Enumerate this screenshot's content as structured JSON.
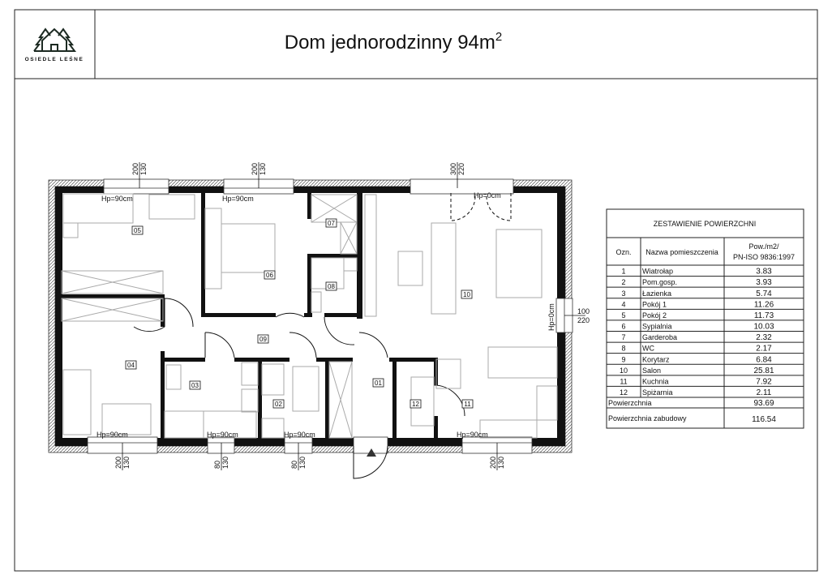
{
  "header": {
    "logo_text": "OSIEDLE LEŚNE",
    "title": "Dom jednorodzinny 94m",
    "title_sup": "2"
  },
  "plan": {
    "rooms": [
      "05",
      "06",
      "07",
      "08",
      "09",
      "10",
      "04",
      "03",
      "02",
      "01",
      "12",
      "11"
    ],
    "windows": {
      "top_1": [
        "200",
        "130"
      ],
      "top_2": [
        "200",
        "130"
      ],
      "top_3": [
        "300",
        "220"
      ],
      "bottom_1": [
        "200",
        "130"
      ],
      "bottom_2": [
        "80",
        "130"
      ],
      "bottom_3": [
        "80",
        "130"
      ],
      "bottom_4": [
        "200",
        "130"
      ],
      "right_1": [
        "100",
        "220"
      ]
    },
    "sill_labels": {
      "r05": "Hp=90cm",
      "r06": "Hp=90cm",
      "r10_top": "Hp=0cm",
      "r10_right": "Hp=0cm",
      "r04": "Hp=90cm",
      "r03": "Hp=90cm",
      "r02": "Hp=90cm",
      "r11": "Hp=90cm"
    }
  },
  "table": {
    "title": "ZESTAWIENIE POWIERZCHNI",
    "col_headers": [
      "Ozn.",
      "Nazwa pomieszczenia",
      "Pow./m2/",
      "PN-ISO 9836:1997"
    ],
    "rows": [
      {
        "no": "1",
        "name": "Wiatrołap",
        "area": "3.83"
      },
      {
        "no": "2",
        "name": "Pom.gosp.",
        "area": "3.93"
      },
      {
        "no": "3",
        "name": "Łazienka",
        "area": "5.74"
      },
      {
        "no": "4",
        "name": "Pokój 1",
        "area": "11.26"
      },
      {
        "no": "5",
        "name": "Pokój 2",
        "area": "11.73"
      },
      {
        "no": "6",
        "name": "Sypialnia",
        "area": "10.03"
      },
      {
        "no": "7",
        "name": "Garderoba",
        "area": "2.32"
      },
      {
        "no": "8",
        "name": "WC",
        "area": "2.17"
      },
      {
        "no": "9",
        "name": "Korytarz",
        "area": "6.84"
      },
      {
        "no": "10",
        "name": "Salon",
        "area": "25.81"
      },
      {
        "no": "11",
        "name": "Kuchnia",
        "area": "7.92"
      },
      {
        "no": "12",
        "name": "Spiżarnia",
        "area": "2.11"
      }
    ],
    "total_label": "Powierzchnia",
    "total_value": "93.69",
    "built_label": "Powierzchnia zabudowy",
    "built_value": "116.54"
  }
}
